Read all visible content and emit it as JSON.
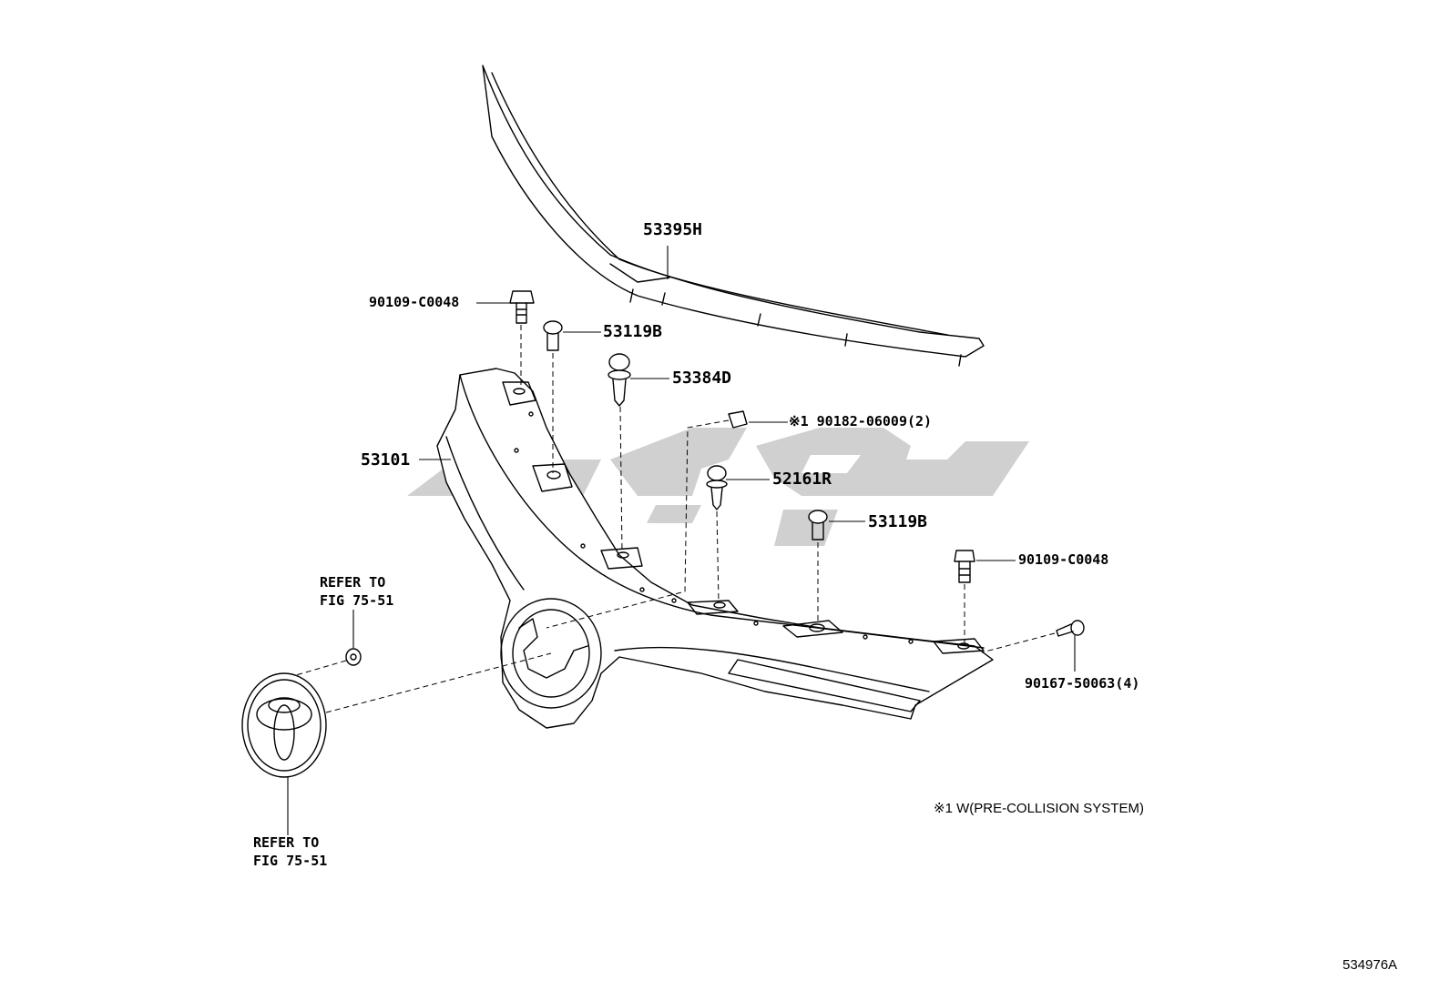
{
  "callouts": {
    "molding_top": "53395H",
    "bolt_left": "90109-C0048",
    "clip_b_upper": "53119B",
    "clip_d": "53384D",
    "nut_note": "※1 90182-06009(2)",
    "grille_body": "53101",
    "clip_r": "52161R",
    "clip_b_lower": "53119B",
    "bolt_right": "90109-C0048",
    "screw": "90167-50063(4)"
  },
  "references": {
    "upper_line1": "REFER TO",
    "upper_line2": "FIG 75-51",
    "lower_line1": "REFER TO",
    "lower_line2": "FIG 75-51"
  },
  "footnote": "※1 W(PRE-COLLISION SYSTEM)",
  "diagram_code": "534976A",
  "colors": {
    "line": "#000000",
    "watermark": "#c8c8c8",
    "background": "#ffffff"
  }
}
